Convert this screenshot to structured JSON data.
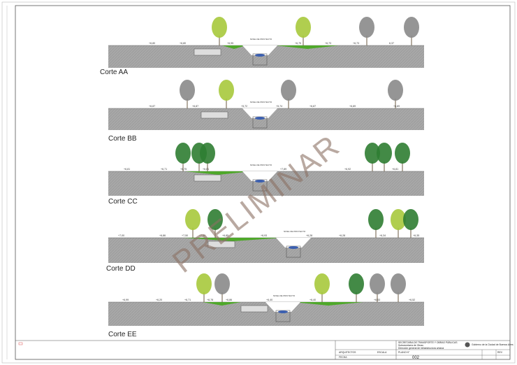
{
  "watermark": "PRELIMINAR",
  "sections": [
    {
      "title": "Corte AA",
      "elevations": [
        "+6,80",
        "+6,80",
        "+6,95",
        "+6,75",
        "+6,73",
        "+6,73",
        "6,37"
      ],
      "note": "NIVEL DE PROYECTO"
    },
    {
      "title": "Corte BB",
      "elevations": [
        "+6,87",
        "+6,87",
        "+5,72",
        "+5,74",
        "+6,87",
        "+6,89",
        "+6,89"
      ],
      "note": "NIVEL DE PROYECTO"
    },
    {
      "title": "Corte CC",
      "elevations": [
        "+6,81",
        "+6,71",
        "+6,75",
        "+6,81",
        "+7,89",
        "+6,92",
        "+6,81"
      ],
      "note": "NIVEL DE PROYECTO"
    },
    {
      "title": "Corte DD",
      "elevations": [
        "+7,00",
        "+6,86",
        "+7,50",
        "+7,50",
        "+6,85",
        "+6,93",
        "+6,28",
        "+6,28",
        "+6,34",
        "+6,35"
      ],
      "note": "NIVEL DE PROYECTO"
    },
    {
      "title": "Corte EE",
      "elevations": [
        "+6,99",
        "+6,20",
        "+6,71",
        "+6,78",
        "+6,86",
        "+6,40",
        "+6,40",
        "+6,53",
        "+6,52"
      ],
      "note": "NIVEL DE PROYECTO"
    }
  ],
  "title_block": {
    "agency": "SECRETARIA DE TRANSPORTE Y OBRAS PÚBLICAS",
    "sub": "Subsecretaría de Obras",
    "direction": "Dirección general de infraestructura urbana",
    "government": "Gobierno de la Ciudad de Buenos Aires",
    "sheet_number": "002",
    "labels": [
      "ARQUITECTOS",
      "FECHA",
      "ESCALA",
      "PLANO N°",
      "REV"
    ]
  },
  "colors": {
    "ground": "#a9a9a9",
    "fill_green": "#4fa82a",
    "water": "#3b5fb0",
    "tree_light": "#a7c93c",
    "tree_dark": "#2f7d32",
    "tree_grey": "#8a8a8a"
  }
}
